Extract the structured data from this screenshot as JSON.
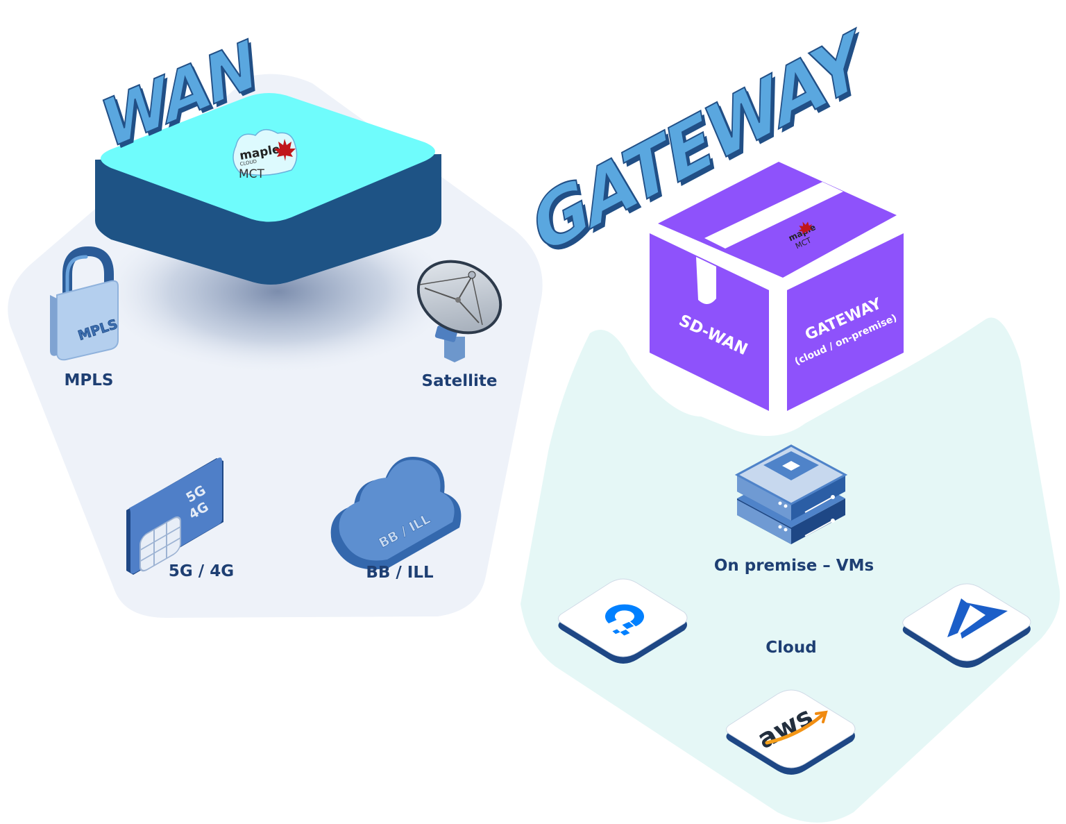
{
  "titles": {
    "wan": "WAN",
    "gateway": "GATEWAY"
  },
  "wan_section": {
    "device_logo": {
      "brand": "maple",
      "sub": "CLOUD",
      "mark": "MCT"
    },
    "items": [
      {
        "label": "MPLS",
        "icon": "padlock-icon",
        "icon_text": "MPLS"
      },
      {
        "label": "Satellite",
        "icon": "satellite-dish-icon"
      },
      {
        "label": "5G / 4G",
        "icon": "sim-card-icon",
        "icon_text": [
          "5G",
          "4G"
        ]
      },
      {
        "label": "BB / ILL",
        "icon": "cloud-icon",
        "icon_text": "BB / ILL"
      }
    ]
  },
  "gateway_section": {
    "box_logo": {
      "brand": "maple",
      "mark": "MCT"
    },
    "box_left_face": "SD-WAN",
    "box_right_face": "GATEWAY",
    "box_right_face_sub": "(cloud / on-premise)",
    "on_premise_label": "On premise – VMs",
    "cloud_label": "Cloud",
    "cloud_providers": [
      {
        "icon": "digitalocean-logo-icon"
      },
      {
        "icon": "azure-logo-icon"
      },
      {
        "icon": "aws-logo-icon",
        "text": "aws"
      }
    ]
  },
  "colors": {
    "wan_bg": "#eef2f9",
    "gateway_bg": "#e5f7f6",
    "device_top": "#6ffcfc",
    "device_side": "#1e5385",
    "box_purple": "#8e52fb",
    "title_fill": "#5aa7df",
    "title_side": "#214f86",
    "label_text": "#1e3f73",
    "icon_blue": "#4f83c9"
  }
}
